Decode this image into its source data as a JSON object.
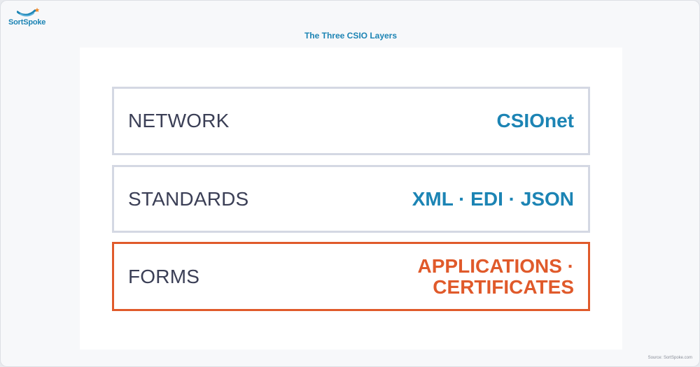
{
  "brand": {
    "name": "SortSpoke",
    "color": "#1c84b4"
  },
  "title": "The Three CSIO Layers",
  "layers": [
    {
      "name": "NETWORK",
      "value": "CSIOnet",
      "value_color": "#1c84b4",
      "border_color": "#d4d8e3"
    },
    {
      "name": "STANDARDS",
      "value": "XML · EDI · JSON",
      "value_color": "#1c84b4",
      "border_color": "#d4d8e3"
    },
    {
      "name": "FORMS",
      "value": "APPLICATIONS · CERTIFICATES",
      "value_color": "#e05a2b",
      "border_color": "#e05a2b"
    }
  ],
  "source": "Source: SortSpoke.com",
  "icons": {
    "logo": "sortspoke-wave-logo-icon"
  }
}
